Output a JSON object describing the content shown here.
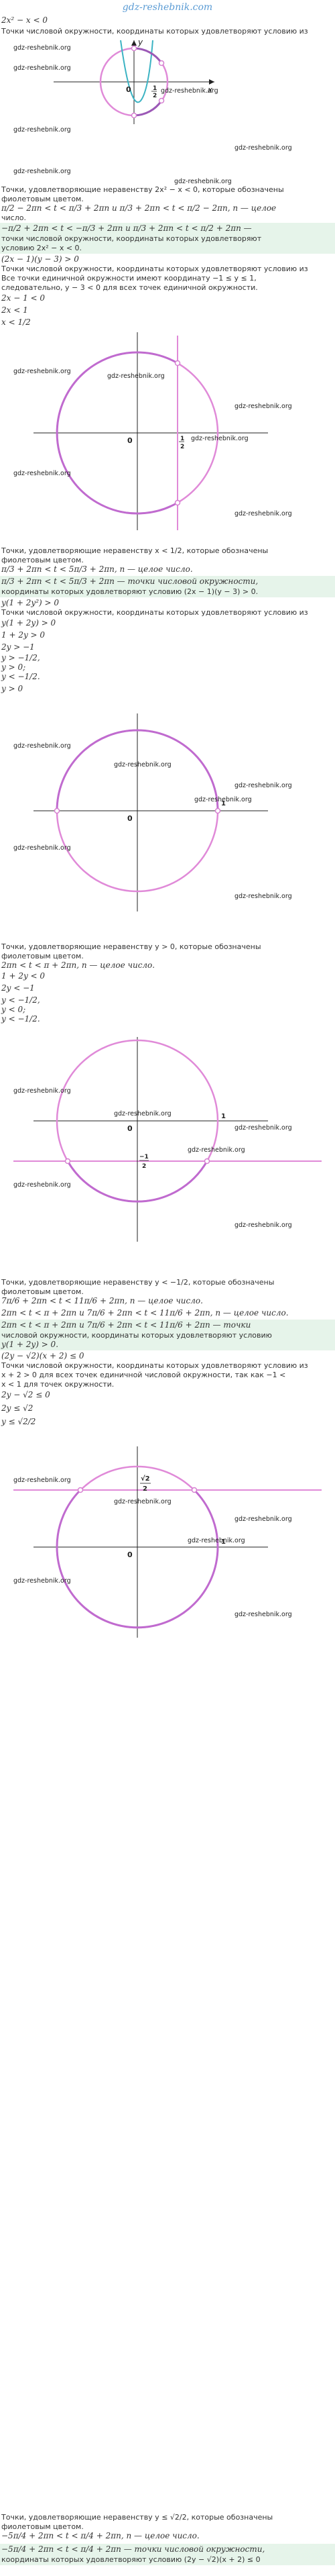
{
  "site": {
    "name": "gdz-reshebnik.com",
    "watermark": "gdz-reshebnik.org"
  },
  "s1": {
    "cond": "2x² − x < 0",
    "intro": "Точки числовой окружности, координаты которых удовлетворяют условию из",
    "shown": "Точки, удовлетворяющие неравенству 2x² − x < 0, которые обозначены",
    "violet": "фиолетовым цветом.",
    "ineq1": "π/2 − 2πn < t < π/3 + 2πn и π/3 + 2πn < t < π/2 − 2πn, n — целое",
    "ineq1b": "число.",
    "green1": "−π/2 + 2πn < t < −π/3 + 2πn и π/3 + 2πn < t < π/2 + 2πn —",
    "green2": "точки числовой окружности, координаты которых удовлетворяют",
    "green3": "условию 2x² − x < 0.",
    "tail": "(2x − 1)(y − 3) > 0",
    "labels": {
      "y": "y",
      "x": "x",
      "zero": "0",
      "one": "1",
      "two": "2"
    }
  },
  "s2": {
    "intro": "Точки числовой окружности, координаты которых удовлетворяют условию из",
    "ref": "Все точки единичной окружности имеют координату −1 ≤ y ≤ 1,",
    "ref2": "следовательно, y − 3 < 0 для всех точек единичной окружности.",
    "c1": "2x − 1 < 0",
    "c2": "2x < 1",
    "c3": "x < 1/2",
    "shown": "Точки, удовлетворяющие неравенству x < 1/2, которые обозначены",
    "violet": "фиолетовым цветом.",
    "ineq": "π/3 + 2πn < t < 5π/3 + 2πn, n — целое число.",
    "green": "π/3 + 2πn < t < 5π/3 + 2πn — точки числовой окружности,",
    "green2": "координаты которых удовлетворяют условию (2x − 1)(y − 3) > 0.",
    "tail": "y(1 + 2y²) > 0",
    "labels": {
      "zero": "0",
      "one": "1",
      "two": "2"
    }
  },
  "s3": {
    "intro": "Точки числовой окружности, координаты которых удовлетворяют условию из",
    "c1": "y(1 + 2y) > 0",
    "c2": "1 + 2y > 0",
    "c3": "2y > −1",
    "sys1": "y > −1/2,",
    "sys2": "y > 0;",
    "sys3": "y < −1/2.",
    "c4": "y > 0",
    "labels": {
      "zero": "0",
      "one": "1"
    },
    "shown": "Точки, удовлетворяющие неравенству y > 0, которые обозначены",
    "violet": "фиолетовым цветом.",
    "ineq": "2πn < t < π + 2πn, n — целое число.",
    "d1": "1 + 2y < 0",
    "d2": "2y < −1",
    "dsys1": "y < −1/2,",
    "dsys2": "y < 0;",
    "dsys3": "y < −1/2."
  },
  "s4": {
    "labels": {
      "one": "1",
      "zero": "0",
      "m": "−1",
      "two": "2"
    },
    "shown": "Точки, удовлетворяющие неравенству y < −1/2, которые обозначены",
    "violet": "фиолетовым цветом.",
    "i1": "7π/6 + 2πn < t < 11π/6 + 2πn, n — целое число.",
    "i2": "2πn < t < π + 2πn и 7π/6 + 2πn < t < 11π/6 + 2πn, n — целое число.",
    "green": "2πn < t < π + 2πn и 7π/6 + 2πn < t < 11π/6 + 2πn — точки",
    "green2": "числовой окружности, координаты которых удовлетворяют условию",
    "green3": "y(1 + 2y) > 0.",
    "c1": "(2y − √2)(x + 2) ≤ 0",
    "intro": "Точки числовой окружности, координаты которых удовлетворяют условию из",
    "ref": "x + 2 > 0 для всех точек единичной числовой окружности, так как −1 <",
    "ref2": "x < 1 для точек окружности.",
    "c2": "2y − √2 ≤ 0",
    "c3": "2y ≤ √2",
    "c4": "y ≤ √2/2"
  },
  "s5": {
    "labels": {
      "r2": "√2",
      "two": "2",
      "zero": "0",
      "one": "1"
    },
    "shown": "Точки, удовлетворяющие неравенству y ≤ √2/2, которые обозначены",
    "violet": "фиолетовым цветом.",
    "i1": "−5π/4 + 2πn < t < π/4 + 2πn, n — целое число.",
    "green": "−5π/4 + 2πn < t < π/4 + 2πn — точки числовой окружности,",
    "green2": "координаты которых удовлетворяют условию (2y − √2)(x + 2) ≤ 0"
  }
}
